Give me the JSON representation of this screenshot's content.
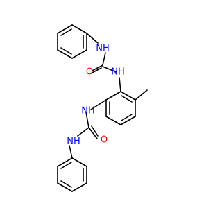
{
  "atoms": [
    {
      "id": "nh-upper",
      "label": "NH",
      "color": "#0000ff"
    },
    {
      "id": "o-upper",
      "label": "O",
      "color": "#ff0000"
    },
    {
      "id": "n-upper-right",
      "label": "NH",
      "color": "#0000ff"
    },
    {
      "id": "nh-lower-left",
      "label": "NH",
      "color": "#0000ff"
    },
    {
      "id": "n-lower-right",
      "label": "NH",
      "color": "#0000ff"
    },
    {
      "id": "o-lower",
      "label": "O",
      "color": "#ff0000"
    }
  ],
  "colors": {
    "bond": "#000000",
    "nitrogen": "#0000ff",
    "oxygen": "#ff0000"
  }
}
